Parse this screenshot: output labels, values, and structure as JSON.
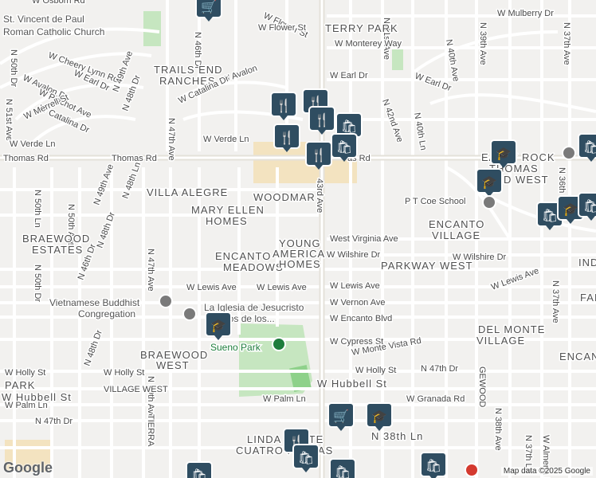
{
  "map": {
    "colors": {
      "background": "#f2f1ef",
      "minor_road": "#ffffff",
      "major_road": "#e4e1da",
      "park": "#c6e6c0",
      "sports_field": "#8ed18a",
      "commercial": "#f3e3c0",
      "marker": "#2f4d61",
      "pin_red": "#d43a2f"
    },
    "attribution": "Map data ©2025 Google",
    "logo": "Google",
    "street_labels": [
      "W Osborn Rd",
      "W Flower St",
      "N 46th Dr",
      "N 41st Ave",
      "W Mulberry Dr",
      "N 37th Ave",
      "St. Vincent de Paul",
      "Roman Catholic Church",
      "TERRY PARK",
      "W Flower St",
      "W Monterey Way",
      "N 50th Dr",
      "W Cheery Lynn Rd",
      "N 40th Ave",
      "N 39th Ave",
      "TRAILS END",
      "RANCHES",
      "W Avalon Dr",
      "W Earl Dr",
      "W Earl Dr",
      "W Earl Dr",
      "N 42nd Ave",
      "W Avalon",
      "W Pinchot Ave",
      "W Catalina Dr",
      "N 47th Ave",
      "W Catalina Dr",
      "W Merrell St",
      "N 48th Dr",
      "N 49th Ave",
      "N 51st Ave",
      "W Verde Ln",
      "W Verde Ln",
      "N 40th Ln",
      "Thomas Rd",
      "Thomas Rd",
      "as Rd",
      "EARLY ROCK",
      "THOMAS",
      "AND WEST",
      "N 36th",
      "VILLA ALEGRE",
      "WOODMAR",
      "P T Coe School",
      "N 50th Ln",
      "N 50th Ave",
      "N 49th Ave",
      "N 48th Ln",
      "MARY ELLEN",
      "HOMES",
      "43rd Ave",
      "BRAEWOOD",
      "ESTATES",
      "YOUNG",
      "AMERICA",
      "West Virginia Ave",
      "ENCANTO",
      "VILLAGE",
      "N 48th Dr",
      "N 47th Ave",
      "ENCANTO",
      "MEADOWS",
      "HOMES",
      "W Wilshire Dr",
      "PARKWAY WEST",
      "W Wilshire Dr",
      "IND",
      "N 50th Dr",
      "N 46th Dr",
      "W Lewis Ave",
      "W Lewis Ave",
      "W Lewis Ave",
      "W Lewis Ave",
      "N 37th Ave",
      "FAI",
      "Vietnamese Buddhist",
      "Congregation",
      "W Vernon Ave",
      "La Iglesia de Jesucristo",
      "Santos de los...",
      "W Encanto Blvd",
      "DEL MONTE",
      "VILLAGE",
      "W Cypress St",
      "N 48th Dr",
      "Sueno Park",
      "BRAEWOOD",
      "WEST",
      "W Monte Vista Rd",
      "ENCAN",
      "W Holly St",
      "W Holly St",
      "W Holly St",
      "N 47th Dr",
      "N 39th Ave",
      "GEWOOD",
      "PARK",
      "W Hubbell St",
      "VILLAGE WEST",
      "W Hubbell St",
      "W Palm Ln",
      "W Palm Ln",
      "W Granada Rd",
      "N 47th Dr",
      "TIERRA",
      "LINDA OESTE",
      "CUATRO PALMAS",
      "N 38th Ln",
      "N 38th Ave",
      "N 37th Ln",
      "W Almeria Rd"
    ]
  }
}
